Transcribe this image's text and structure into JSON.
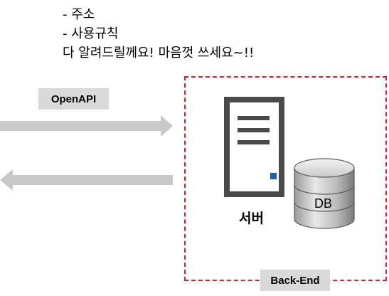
{
  "notes": {
    "line1": "- 주소",
    "line2": "- 사용규칙",
    "line3": "다 알려드릴께요! 마음껏 쓰세요~!!"
  },
  "api_label": "OpenAPI",
  "server_label": "서버",
  "db_label": "DB",
  "backend_label": "Back-End",
  "colors": {
    "arrow": "#c8c8c8",
    "label_bg": "#d9d9d9",
    "backend_border": "#e0202a",
    "server_stroke": "#4a4a4a",
    "led": "#1f5fa8"
  }
}
